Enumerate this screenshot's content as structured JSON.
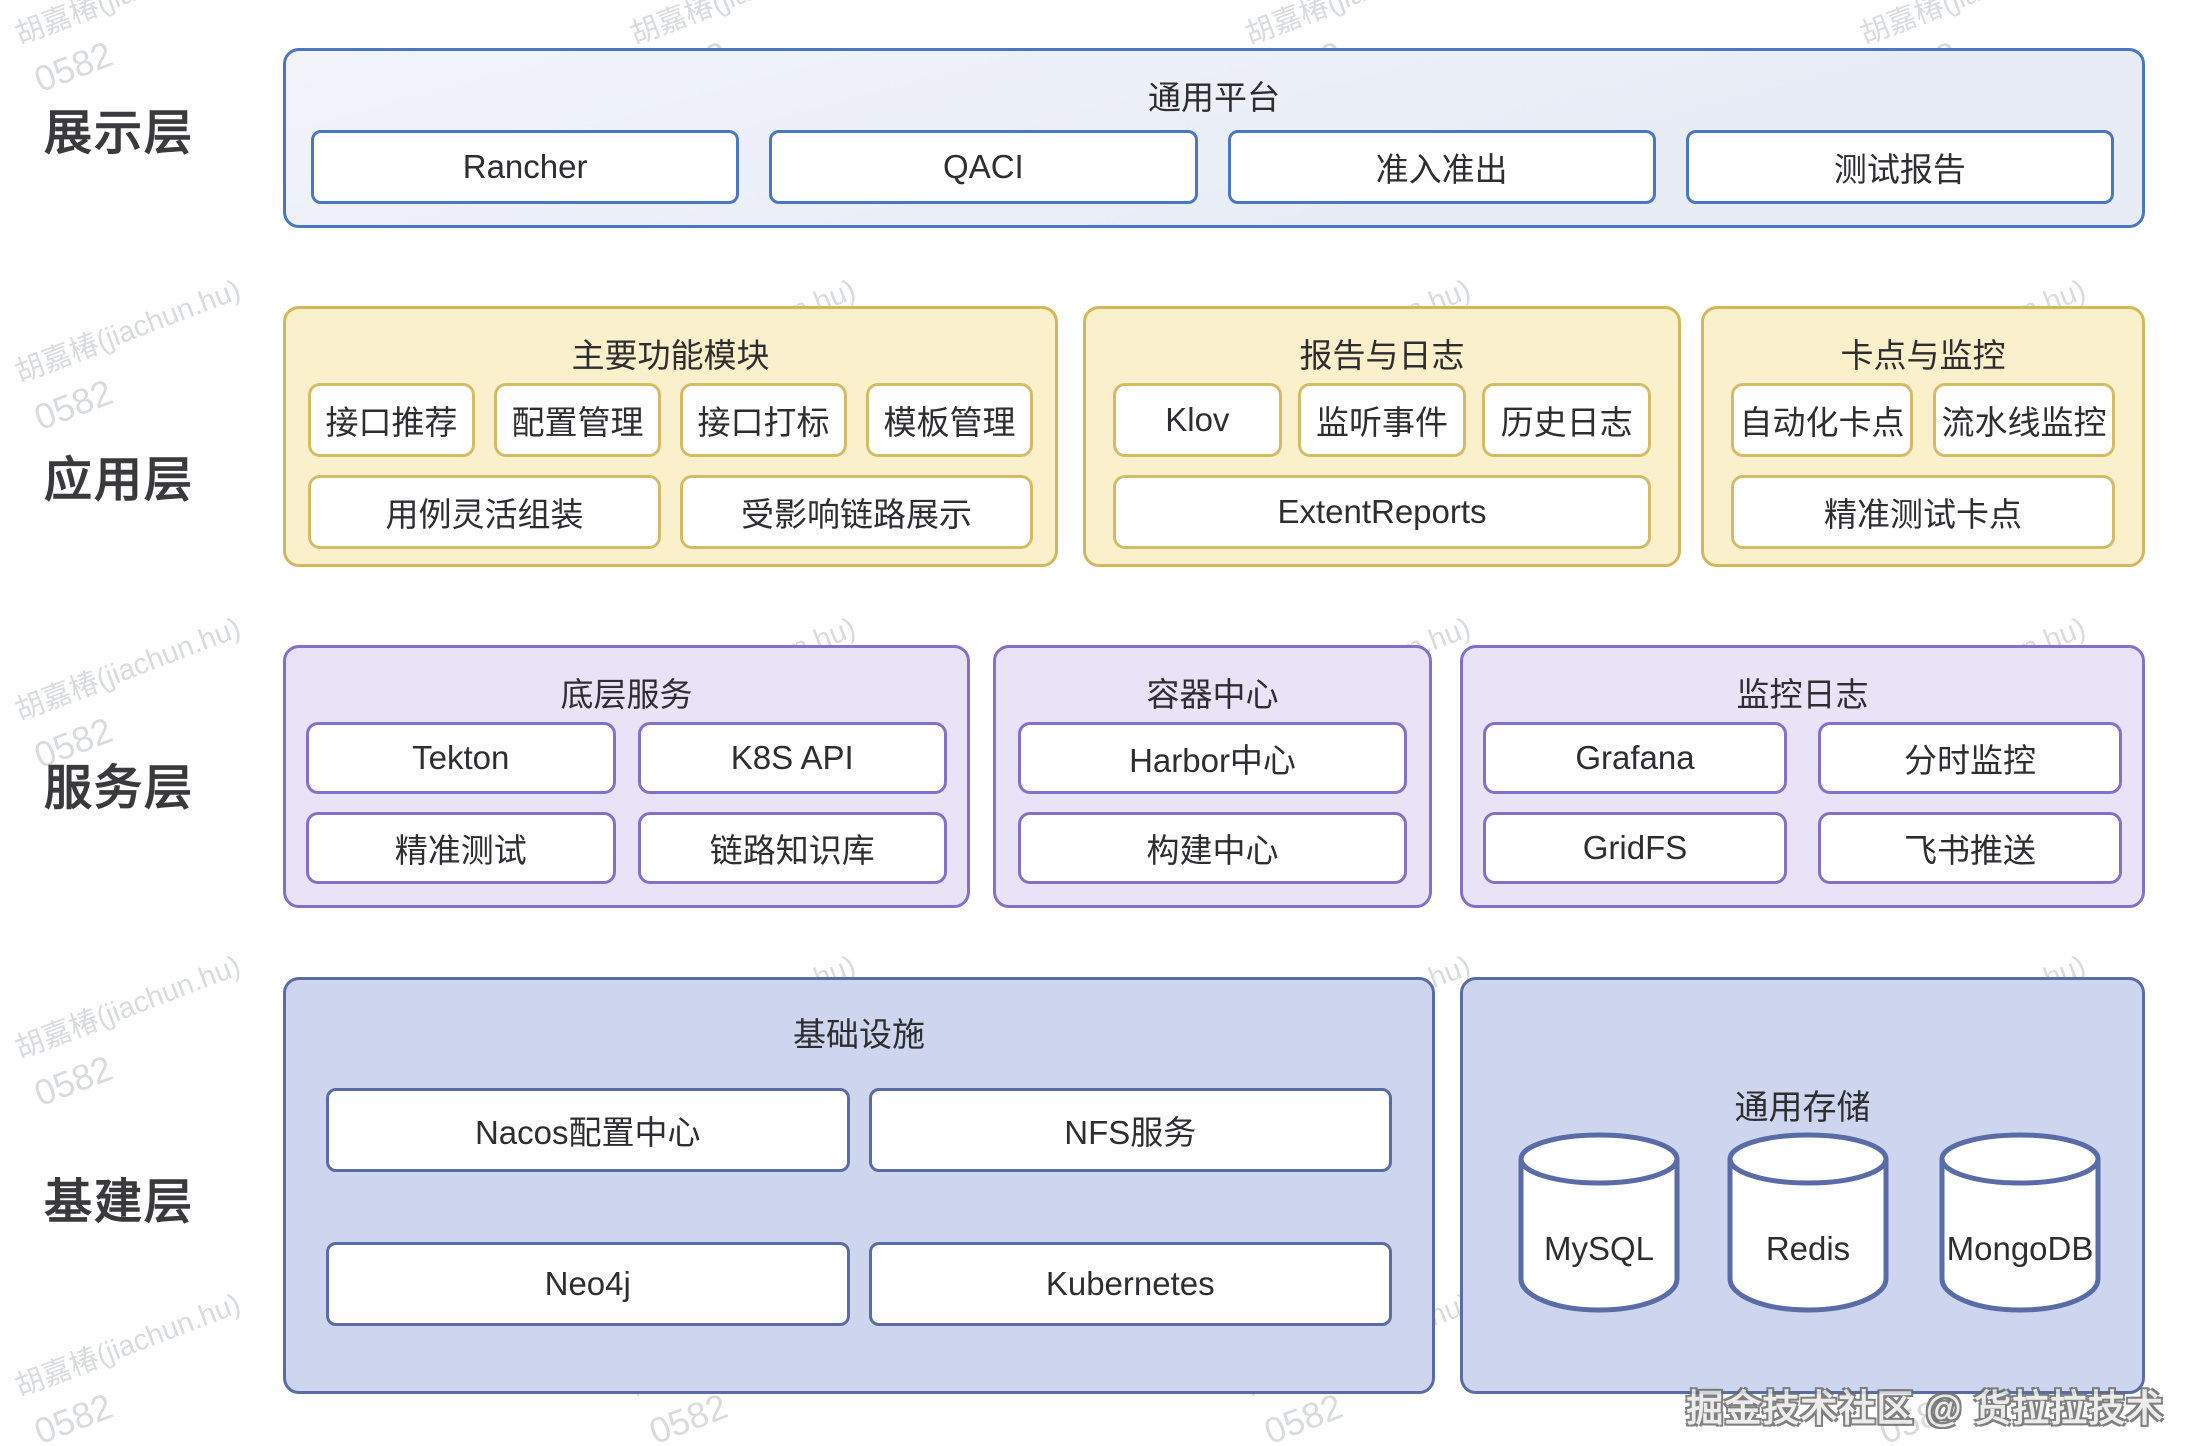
{
  "watermark": {
    "name": "胡嘉椿(jiachun.hu)",
    "number": "0582"
  },
  "credit": "掘金技术社区 @ 货拉拉技术",
  "colors": {
    "presentation_border": "#4a77c4",
    "presentation_fill": "#e9edf6",
    "application_border": "#d2b75c",
    "application_fill": "#faf0cc",
    "service_border": "#8570c9",
    "service_fill": "#e9e3f8",
    "infrastructure_border": "#5a6ca8",
    "infrastructure_fill": "#cdd6ee",
    "text": "#2e2e30"
  },
  "layers": {
    "presentation": {
      "label": "展示层",
      "group": {
        "title": "通用平台",
        "items": [
          "Rancher",
          "QACI",
          "准入准出",
          "测试报告"
        ]
      }
    },
    "application": {
      "label": "应用层",
      "groups": [
        {
          "title": "主要功能模块",
          "row1": [
            "接口推荐",
            "配置管理",
            "接口打标",
            "模板管理"
          ],
          "row2": [
            "用例灵活组装",
            "受影响链路展示"
          ]
        },
        {
          "title": "报告与日志",
          "row1": [
            "Klov",
            "监听事件",
            "历史日志"
          ],
          "row2": [
            "ExtentReports"
          ]
        },
        {
          "title": "卡点与监控",
          "row1": [
            "自动化卡点",
            "流水线监控"
          ],
          "row2": [
            "精准测试卡点"
          ]
        }
      ]
    },
    "service": {
      "label": "服务层",
      "groups": [
        {
          "title": "底层服务",
          "row1": [
            "Tekton",
            "K8S API"
          ],
          "row2": [
            "精准测试",
            "链路知识库"
          ]
        },
        {
          "title": "容器中心",
          "row1": [
            "Harbor中心"
          ],
          "row2": [
            "构建中心"
          ]
        },
        {
          "title": "监控日志",
          "row1": [
            "Grafana",
            "分时监控"
          ],
          "row2": [
            "GridFS",
            "飞书推送"
          ]
        }
      ]
    },
    "infrastructure": {
      "label": "基建层",
      "groups": [
        {
          "title": "基础设施",
          "row1": [
            "Nacos配置中心",
            "NFS服务"
          ],
          "row2": [
            "Neo4j",
            "Kubernetes"
          ]
        },
        {
          "title": "通用存储",
          "databases": [
            "MySQL",
            "Redis",
            "MongoDB"
          ]
        }
      ]
    }
  }
}
